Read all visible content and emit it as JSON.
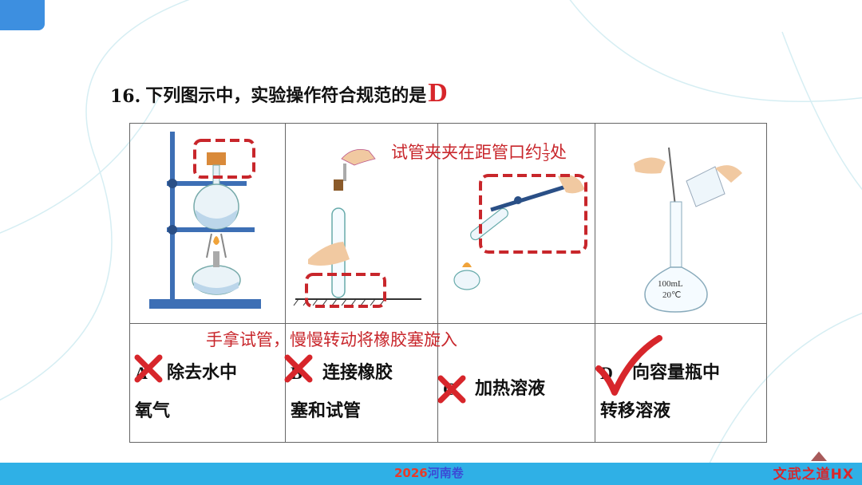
{
  "question": {
    "number": "16.",
    "text": "下列图示中，实验操作符合规范的是",
    "answer": "D"
  },
  "notes": {
    "clamp_prefix": "试管夹夹在距管口约",
    "clamp_frac_num": "1",
    "clamp_frac_den": "3",
    "clamp_suffix": "处",
    "hold_tube": "手拿试管，慢慢转动将橡胶塞旋入"
  },
  "options": [
    {
      "letter": "A",
      "line1": "除去水中",
      "line2": "氧气",
      "mark": "cross"
    },
    {
      "letter": "B",
      "line1": "连接橡胶",
      "line2": "塞和试管",
      "mark": "cross"
    },
    {
      "letter": "C",
      "line1": "加热溶液",
      "line2": "",
      "mark": "cross"
    },
    {
      "letter": "D",
      "line1": "向容量瓶中",
      "line2": "转移溶液",
      "mark": "check"
    }
  ],
  "flask_label": {
    "volume": "100mL",
    "temp": "20℃"
  },
  "footer": {
    "year": "2026",
    "exam": "河南卷",
    "brand": "文武之道HX"
  },
  "colors": {
    "accent_red": "#d7262b",
    "bar_blue": "#2fb0e6",
    "tab_blue": "#3d8fe0"
  }
}
